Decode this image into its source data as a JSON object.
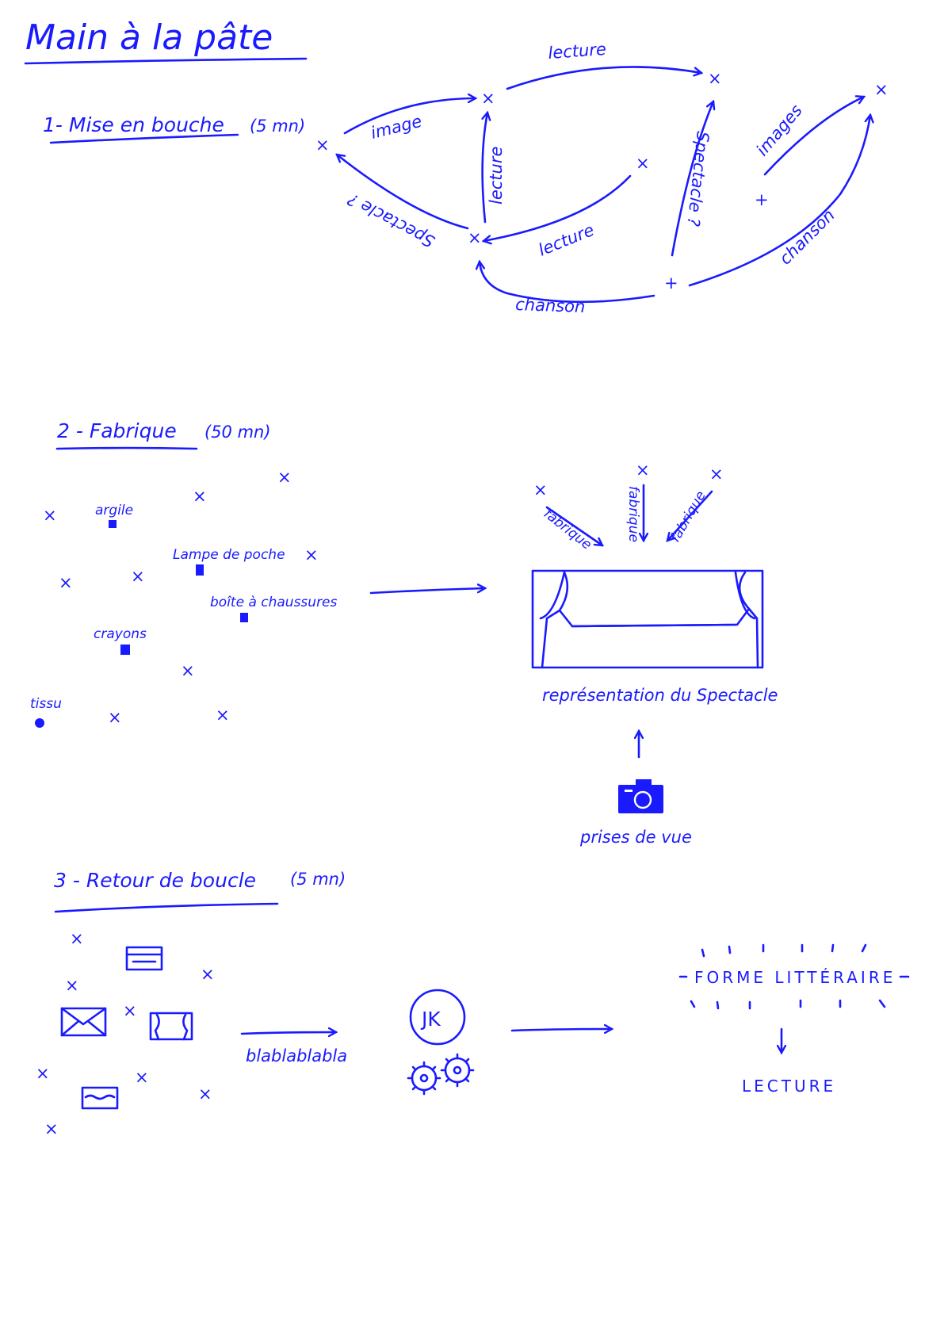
{
  "title": "Main à la pâte",
  "colors": {
    "ink": "#1a1aff",
    "paper": "#ffffff"
  },
  "section1": {
    "heading": "1- Mise en bouche",
    "duration": "(5 mn)",
    "edges": {
      "image": "image",
      "lecture_top": "lecture",
      "lecture_vertical": "lecture",
      "spectacle_left": "Spectacle ?",
      "lecture_mid": "lecture",
      "spectacle_right": "Spectacle ?",
      "images": "images",
      "chanson_bottom": "chanson",
      "chanson_right": "chanson"
    }
  },
  "section2": {
    "heading": "2 - Fabrique",
    "duration": "(50 mn)",
    "materials": [
      "argile",
      "Lampe de poche",
      "boîte à chaussures",
      "crayons",
      "tissu"
    ],
    "fabrique_labels": [
      "fabrique",
      "fabrique",
      "fabrique"
    ],
    "representation": "représentation du Spectacle",
    "photo": "prises de vue",
    "icons": {
      "camera": "camera-icon",
      "stage": "stage-curtain-icon"
    }
  },
  "section3": {
    "heading": "3 - Retour de boucle",
    "duration": "(5 mn)",
    "arrow_label": "blablablabla",
    "badge": "JK",
    "forme": "FORME LITTÉRAIRE",
    "result": "LECTURE",
    "icons": {
      "gears": "gears-icon",
      "envelope": "envelope-icon",
      "card": "card-icon"
    }
  }
}
